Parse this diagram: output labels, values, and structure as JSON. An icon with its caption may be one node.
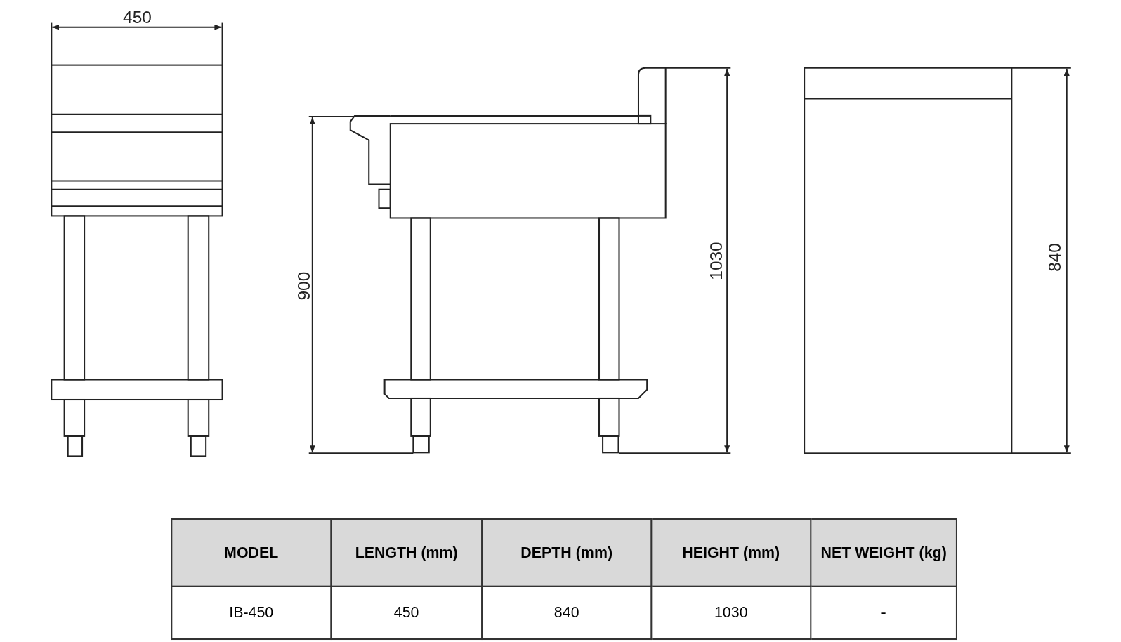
{
  "diagram": {
    "labels": [
      "450",
      "900",
      "1030",
      "840",
      "MODEL",
      "LENGTH (mm)",
      "DEPTH (mm)",
      "HEIGHT (mm)",
      "NET WEIGHT (kg)",
      "IB-450",
      "450",
      "840",
      "1030",
      "-"
    ]
  }
}
